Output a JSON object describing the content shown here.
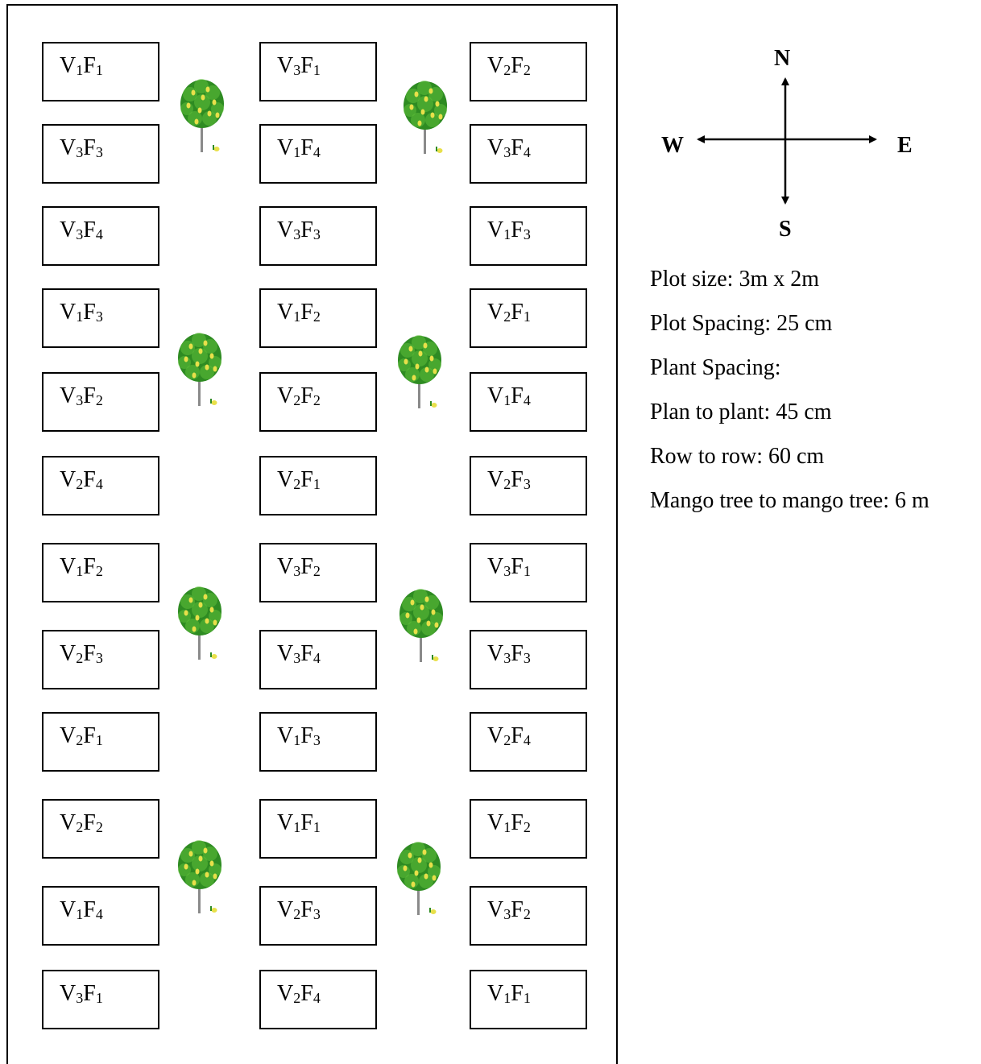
{
  "plots": [
    {
      "v": "1",
      "f": "1"
    },
    {
      "v": "3",
      "f": "1"
    },
    {
      "v": "2",
      "f": "2"
    },
    {
      "v": "3",
      "f": "3"
    },
    {
      "v": "1",
      "f": "4"
    },
    {
      "v": "3",
      "f": "4"
    },
    {
      "v": "3",
      "f": "4"
    },
    {
      "v": "3",
      "f": "3"
    },
    {
      "v": "1",
      "f": "3"
    },
    {
      "v": "1",
      "f": "3"
    },
    {
      "v": "1",
      "f": "2"
    },
    {
      "v": "2",
      "f": "1"
    },
    {
      "v": "3",
      "f": "2"
    },
    {
      "v": "2",
      "f": "2"
    },
    {
      "v": "1",
      "f": "4"
    },
    {
      "v": "2",
      "f": "4"
    },
    {
      "v": "2",
      "f": "1"
    },
    {
      "v": "2",
      "f": "3"
    },
    {
      "v": "1",
      "f": "2"
    },
    {
      "v": "3",
      "f": "2"
    },
    {
      "v": "3",
      "f": "1"
    },
    {
      "v": "2",
      "f": "3"
    },
    {
      "v": "3",
      "f": "4"
    },
    {
      "v": "3",
      "f": "3"
    },
    {
      "v": "2",
      "f": "1"
    },
    {
      "v": "1",
      "f": "3"
    },
    {
      "v": "2",
      "f": "4"
    },
    {
      "v": "2",
      "f": "2"
    },
    {
      "v": "1",
      "f": "1"
    },
    {
      "v": "1",
      "f": "2"
    },
    {
      "v": "1",
      "f": "4"
    },
    {
      "v": "2",
      "f": "3"
    },
    {
      "v": "3",
      "f": "2"
    },
    {
      "v": "3",
      "f": "1"
    },
    {
      "v": "2",
      "f": "4"
    },
    {
      "v": "1",
      "f": "1"
    }
  ],
  "plot_prefix_v": "V",
  "plot_prefix_f": "F",
  "tree_icon": "mango-tree-icon",
  "compass": {
    "north": "N",
    "south": "S",
    "east": "E",
    "west": "W"
  },
  "legend": {
    "plot_size": "Plot size: 3m x 2m",
    "plot_spacing": "Plot Spacing: 25 cm",
    "plant_spacing": "Plant Spacing:",
    "plant_to_plant": "Plan to plant: 45 cm",
    "row_to_row": "Row to row: 60 cm",
    "tree_to_tree": "Mango tree to mango tree: 6 m"
  },
  "colors": {
    "foliage": "#2e8b22",
    "foliage_light": "#5fbf3a",
    "fruit": "#e8e04a",
    "trunk": "#8a8a8a"
  }
}
